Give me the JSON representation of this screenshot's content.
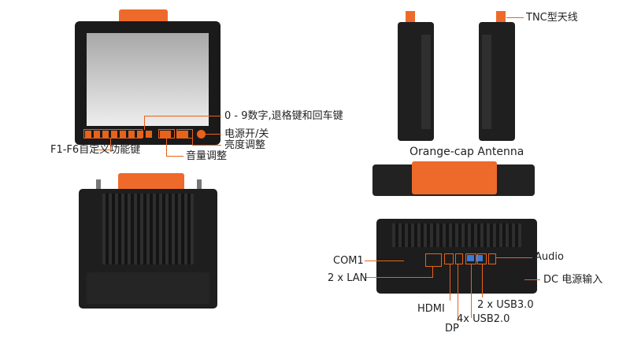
{
  "labels": {
    "keys": "0 - 9数字,退格键和回车键",
    "power": "电源开/关",
    "brightness": "亮度调整",
    "fkeys": "F1-F6自定义功能键",
    "volume": "音量调整",
    "tnc": "TNC型天线",
    "antenna": "Orange-cap Antenna",
    "com": "COM1",
    "lan": "2 x LAN",
    "hdmi": "HDMI",
    "dp": "DP",
    "usb3": "2 x USB3.0",
    "usb2": "4x USB2.0",
    "audio": "Audio",
    "dc": "DC 电源输入"
  },
  "colors": {
    "accent": "#e8621a",
    "body": "#1c1c1c",
    "screen_top": "#a9a9a9",
    "screen_bottom": "#ededed"
  }
}
